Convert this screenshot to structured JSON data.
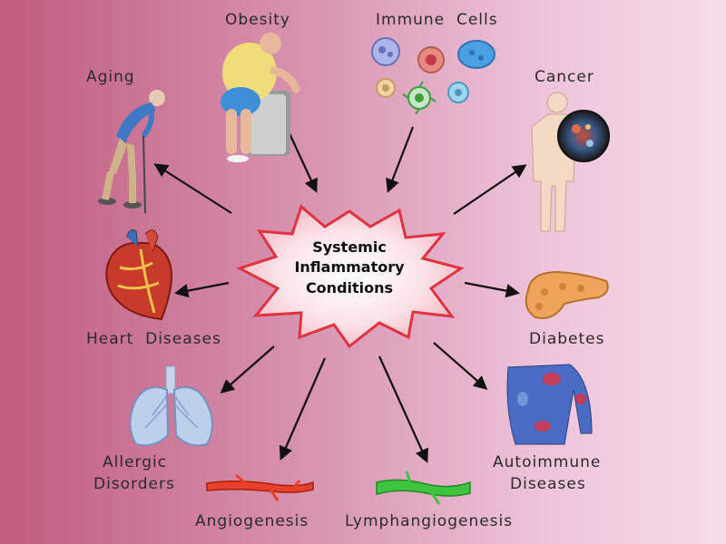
{
  "center": {
    "lines": [
      "Systemic",
      "Inflammatory",
      "Conditions"
    ]
  },
  "labels": {
    "obesity": "Obesity",
    "immune_cells": "Immune  Cells",
    "aging": "Aging",
    "cancer": "Cancer",
    "heart_diseases": "Heart  Diseases",
    "diabetes": "Diabetes",
    "allergic_line1": "Allergic",
    "allergic_line2": "Disorders",
    "autoimmune_line1": "Autoimmune",
    "autoimmune_line2": "Diseases",
    "angiogenesis": "Angiogenesis",
    "lymphangiogenesis": "Lymphangiogenesis"
  },
  "colors": {
    "star_fill": "#fbe3e8",
    "star_stroke": "#e0323f",
    "arrow": "#111111"
  }
}
